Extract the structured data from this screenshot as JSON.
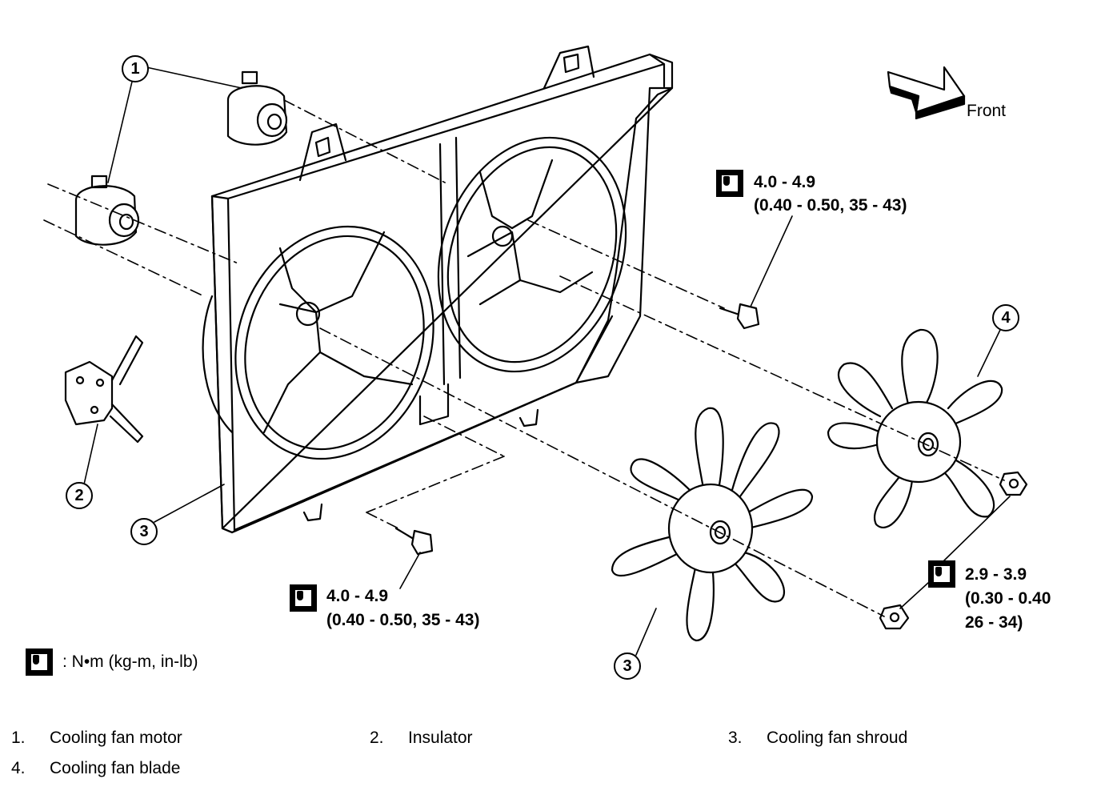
{
  "direction_label": "Front",
  "callouts": {
    "motor": "1",
    "insulator": "2",
    "shroud_left": "3",
    "blade_right": "4",
    "blade_left": "3"
  },
  "torque_specs": {
    "upper_bolt": {
      "line1": "4.0 - 4.9",
      "line2": "(0.40 - 0.50, 35 - 43)"
    },
    "lower_bolt": {
      "line1": "4.0 - 4.9",
      "line2": "(0.40 - 0.50, 35 - 43)"
    },
    "blade_nut": {
      "line1": "2.9 - 3.9",
      "line2": "(0.30 - 0.40",
      "line3": "26 - 34)"
    }
  },
  "units_legend": ": N•m  (kg-m,  in-lb)",
  "parts_legend": [
    {
      "num": "1.",
      "label": "Cooling fan motor"
    },
    {
      "num": "2.",
      "label": "Insulator"
    },
    {
      "num": "3.",
      "label": "Cooling fan shroud"
    },
    {
      "num": "4.",
      "label": "Cooling fan blade"
    }
  ],
  "icons": {
    "torque": "torque-wrench-icon",
    "front_arrow": "front-arrow-icon"
  }
}
